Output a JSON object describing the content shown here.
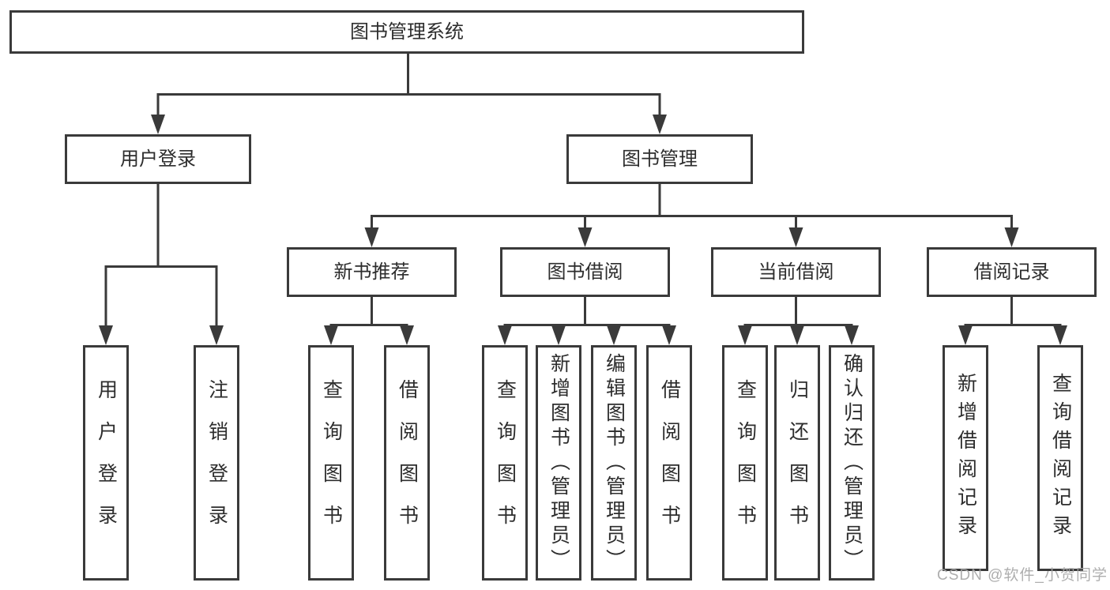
{
  "diagram": {
    "root": "图书管理系统",
    "level2": {
      "user_login": "用户登录",
      "book_mgmt": "图书管理"
    },
    "level3": {
      "new_books": "新书推荐",
      "book_borrow": "图书借阅",
      "current_borrow": "当前借阅",
      "borrow_records": "借阅记录"
    },
    "leaves": {
      "user_login": [
        "用户登录",
        "注销登录"
      ],
      "new_books": [
        "查询图书",
        "借阅图书"
      ],
      "book_borrow": [
        "查询图书",
        "新增图书（管理员）",
        "编辑图书（管理员）",
        "借阅图书"
      ],
      "current_borrow": [
        "查询图书",
        "归还图书",
        "确认归还（管理员）"
      ],
      "borrow_records": [
        "新增借阅记录",
        "查询借阅记录"
      ]
    }
  },
  "watermark": "CSDN @软件_小贺同学",
  "colors": {
    "line": "#3a3a3a",
    "border": "#3a3a3a",
    "text": "#2d2d2d",
    "canvas": "#ffffff",
    "watermark": "#a6a6a6"
  }
}
